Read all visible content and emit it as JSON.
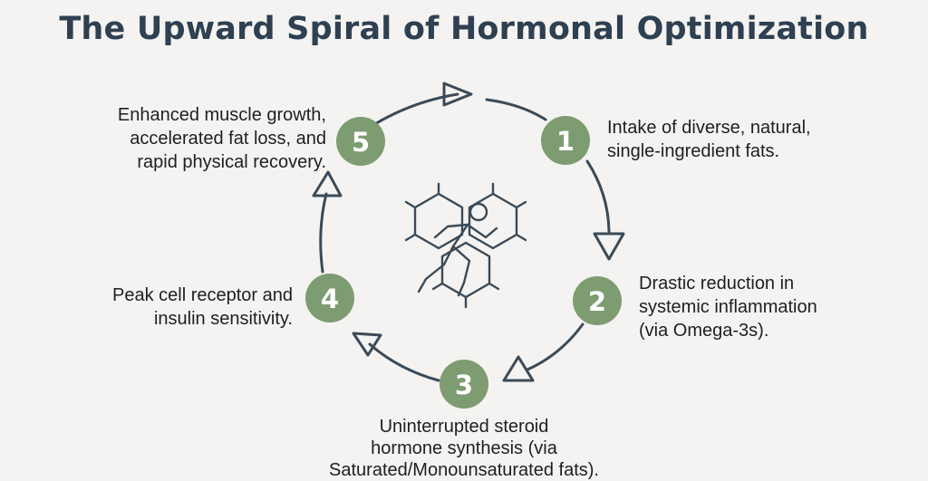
{
  "title": "The Upward Spiral of Hormonal Optimization",
  "colors": {
    "background": "#f4f3f1",
    "title": "#2e4051",
    "node_fill": "#7e9c72",
    "arrow": "#3a4a58"
  },
  "center_icon": "running-figure-molecule-icon",
  "steps": [
    {
      "number": "1",
      "text": "Intake of diverse, natural,\nsingle-ingredient fats."
    },
    {
      "number": "2",
      "text": "Drastic reduction in\nsystemic inflammation\n(via Omega-3s)."
    },
    {
      "number": "3",
      "text": "Uninterrupted steroid\nhormone synthesis (via\nSaturated/Monounsaturated fats)."
    },
    {
      "number": "4",
      "text": "Peak cell receptor and\ninsulin sensitivity."
    },
    {
      "number": "5",
      "text": "Enhanced muscle growth,\naccelerated fat loss, and\nrapid physical recovery."
    }
  ]
}
